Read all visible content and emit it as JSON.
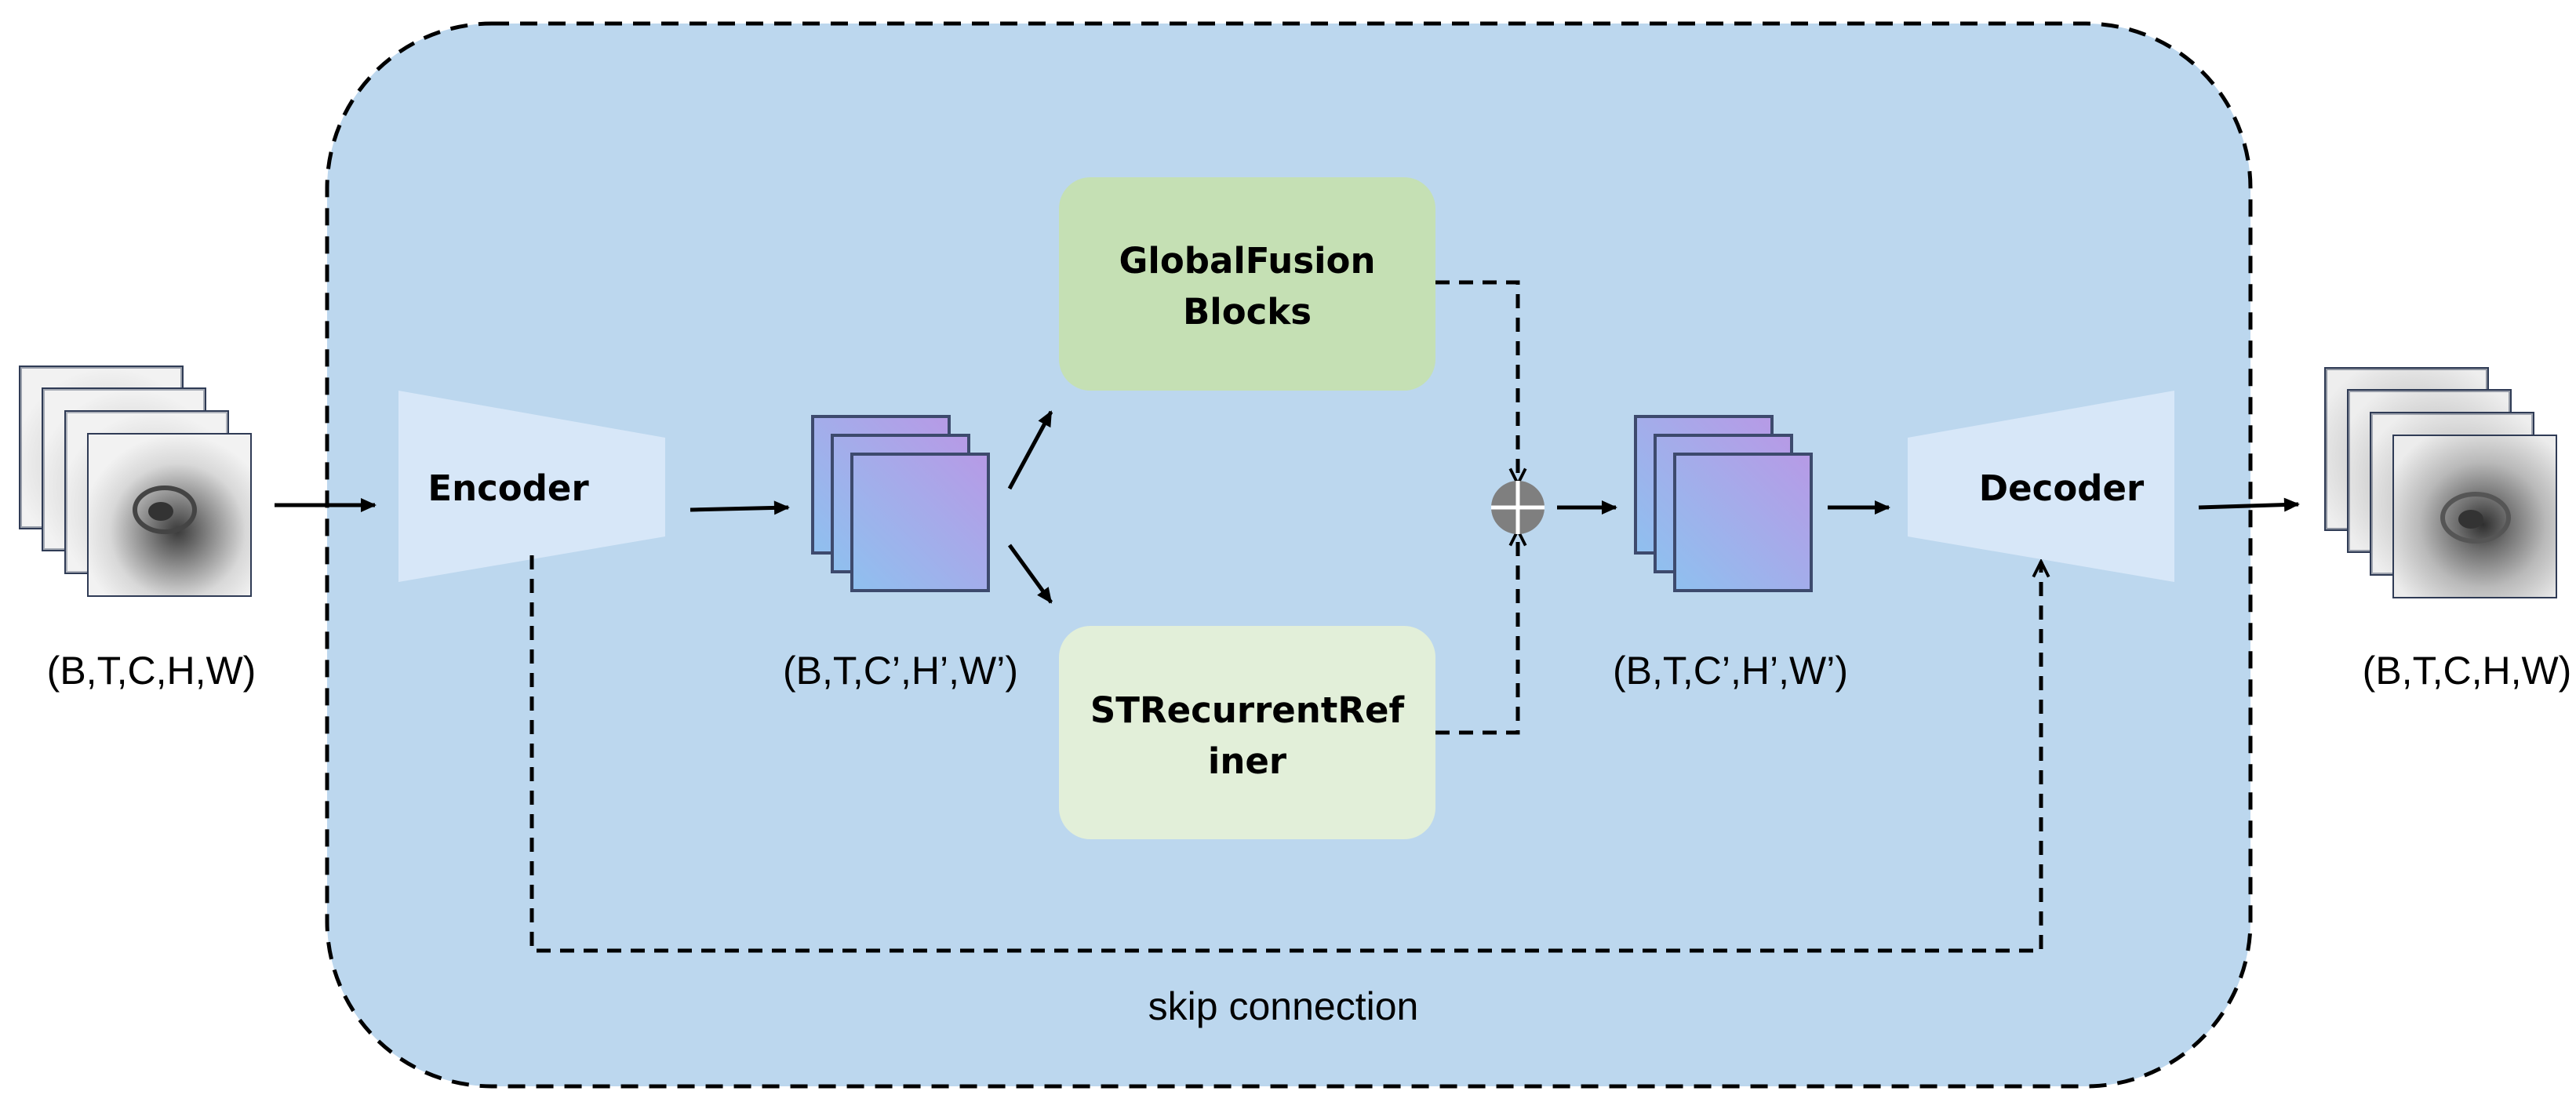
{
  "diagram": {
    "input_shape": "(B,T,C,H,W)",
    "output_shape": "(B,T,C,H,W)",
    "encoder_label": "Encoder",
    "decoder_label": "Decoder",
    "latent_shape_left": "(B,T,C’,H’,W’)",
    "latent_shape_right": "(B,T,C’,H’,W’)",
    "global_block": {
      "line1": "GlobalFusion",
      "line2": "Blocks"
    },
    "refiner_block": {
      "line1": "STRecurrentRef",
      "line2": "iner"
    },
    "skip_label": "skip connection"
  },
  "colors": {
    "container_fill": "#bcd7ee",
    "codec_fill": "#d7e7f8",
    "global_block_fill": "#c5e0b4",
    "refiner_block_fill": "#e2efd9",
    "feature_gradient_start": "#8fc0ef",
    "feature_gradient_end": "#b79ae6",
    "feature_border": "#3d4a6d",
    "sum_node": "#7f7f7f"
  }
}
